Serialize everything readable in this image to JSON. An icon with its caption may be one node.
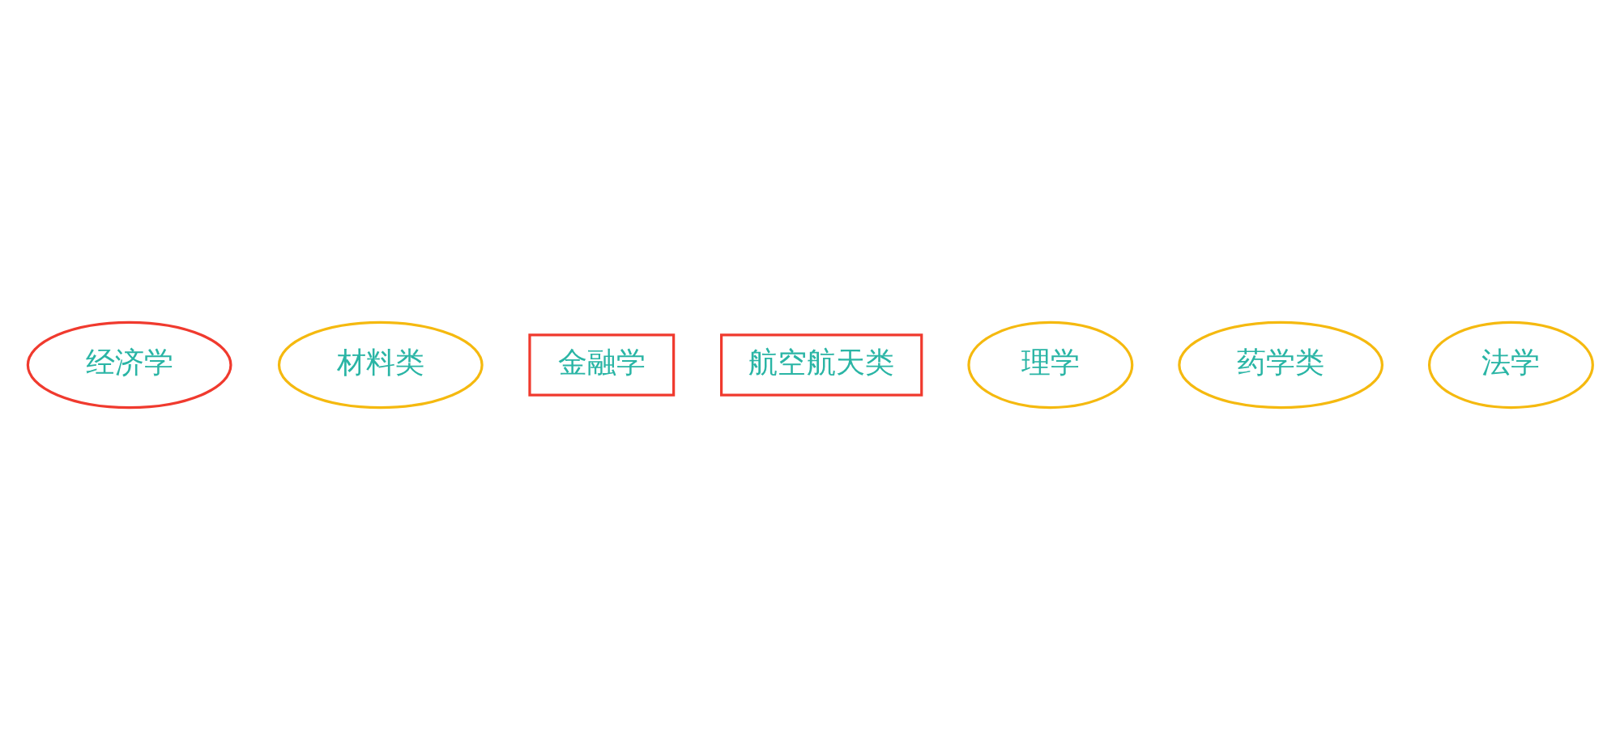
{
  "diagram": {
    "nodes": [
      {
        "text": [
          "经济学"
        ]
      },
      {
        "text": [
          "材料类"
        ]
      },
      {
        "text": [
          "金融学"
        ]
      },
      {
        "text": [
          "航空航天类"
        ]
      },
      {
        "text": [
          "理学"
        ]
      },
      {
        "text": [
          "药学类"
        ]
      },
      {
        "text": [
          "法学"
        ]
      }
    ]
  }
}
